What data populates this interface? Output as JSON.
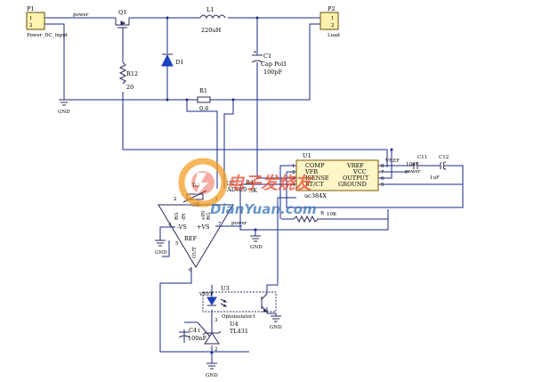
{
  "colors": {
    "wire": "#1a2a8a",
    "connector_fill": "#fff2b0",
    "diode_fill": "#1a3fbf",
    "led_fill": "#1a3fbf",
    "watermark_red": "#e8462b",
    "watermark_orange": "#f39a1e",
    "watermark_blue": "#2f6fb5"
  },
  "components": {
    "p1": {
      "ref": "P1",
      "pin1": "1",
      "pin2": "2",
      "name": "Power_DC_input"
    },
    "p2": {
      "ref": "P2",
      "pin1": "1",
      "pin2": "2",
      "name": "Load"
    },
    "net_power_top": "power",
    "net_power_right": "power",
    "net_power_amp": "power",
    "net_vref_u1": "VREF",
    "net_vref_u3": "VREF",
    "q1": "Q1",
    "l1": {
      "ref": "L1",
      "value": "220uH"
    },
    "d1": "D1",
    "c1": {
      "ref": "C1",
      "value_line1": "Cap Pol1",
      "value_line2": "100pF"
    },
    "r12": {
      "ref": "R12",
      "value": "20"
    },
    "r1": {
      "ref": "R1",
      "value": "0.6"
    },
    "r3": {
      "ref": "R3",
      "value": "3K"
    },
    "r4": {
      "ref": "R4",
      "value": "3K"
    },
    "r_fb": {
      "ref": "R",
      "value": "10K"
    },
    "u2": {
      "ref": "U2",
      "name": "AD620",
      "pin_rg1": "RG",
      "pin_rg2": "RG",
      "pin_in_neg": "-IN",
      "pin_in_pos": "+IN",
      "pin_vs_neg": "-VS",
      "pin_vs_pos": "+VS",
      "pin_ref": "REF",
      "pin_out": "OUT",
      "num_2": "2",
      "num_3": "3",
      "num_4": "4",
      "num_5": "5",
      "num_6": "6",
      "num_7": "7"
    },
    "u1": {
      "ref": "U1",
      "name": "uc384X",
      "left_pins": [
        "COMP",
        "VFB",
        "ISENSE",
        "RT/CT"
      ],
      "right_pins": [
        "VREF",
        "VCC",
        "OUTPUT",
        "GROUND"
      ],
      "left_nums": [
        "1",
        "2",
        "3",
        "4"
      ],
      "right_nums": [
        "8",
        "7",
        "6",
        "5"
      ]
    },
    "c11": {
      "ref": "C11",
      "value": "10nF"
    },
    "c12": {
      "ref": "C12",
      "value": "1uF"
    },
    "u3": {
      "ref": "U3",
      "name": "Optoisolator1"
    },
    "u4": {
      "ref": "U4",
      "name": "TL431",
      "num_1": "1",
      "num_2": "2",
      "num_3": "3"
    },
    "c4": {
      "ref": "C4",
      "value": "100nF"
    },
    "gnd_labels": [
      "GND",
      "GND",
      "GND",
      "GND",
      "GND"
    ]
  },
  "watermark": {
    "brand": "电子发烧友",
    "site": "DianYuan.com"
  }
}
